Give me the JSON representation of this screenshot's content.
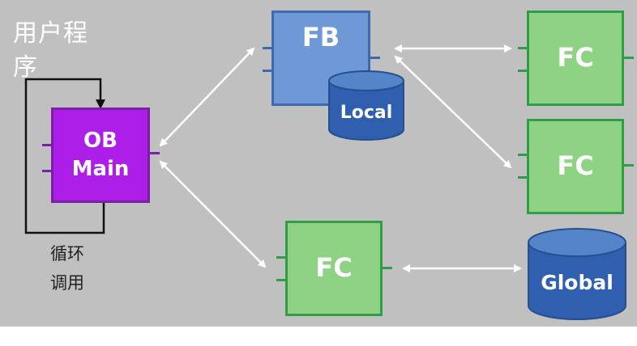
{
  "diagram": {
    "title_lines": [
      "用户程",
      "序"
    ],
    "loop_label_lines": [
      "循环",
      "调用"
    ],
    "ob_block": {
      "line1": "OB",
      "line2": "Main"
    },
    "fb_block": {
      "label": "FB"
    },
    "fc_top": {
      "label": "FC"
    },
    "fc_middle": {
      "label": "FC"
    },
    "fc_bottom": {
      "label": "FC"
    },
    "local_db": {
      "label": "Local"
    },
    "global_db": {
      "label": "Global"
    }
  },
  "colors": {
    "background": "#c0c0c0",
    "fb_fill": "#6f99d6",
    "fc_fill": "#8ed283",
    "ob_fill": "#ad1fe8",
    "db_fill": "#2f5fae",
    "arrow": "#ffffff"
  }
}
